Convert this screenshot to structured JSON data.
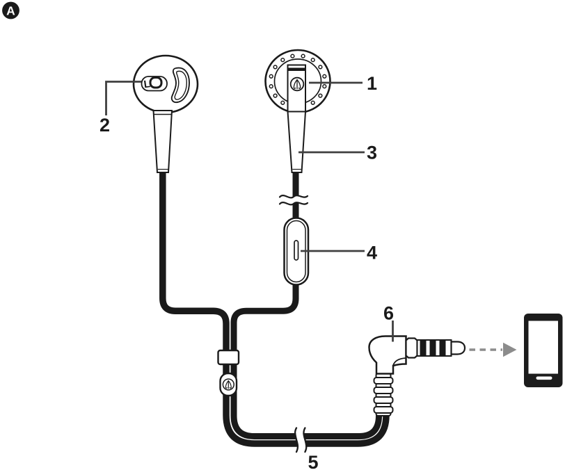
{
  "figure_label": "A",
  "markings": {
    "left_channel": "L"
  },
  "callouts": [
    {
      "id": 1,
      "label": "1"
    },
    {
      "id": 2,
      "label": "2"
    },
    {
      "id": 3,
      "label": "3"
    },
    {
      "id": 4,
      "label": "4"
    },
    {
      "id": 5,
      "label": "5"
    },
    {
      "id": 6,
      "label": "6"
    }
  ],
  "colors": {
    "line": "#1a1a1a",
    "leader": "#3f3f3f",
    "arrow": "#8c8c8c",
    "background": "#ffffff"
  },
  "icons": [
    "audio-technica-logo-icon",
    "smartphone-icon"
  ]
}
